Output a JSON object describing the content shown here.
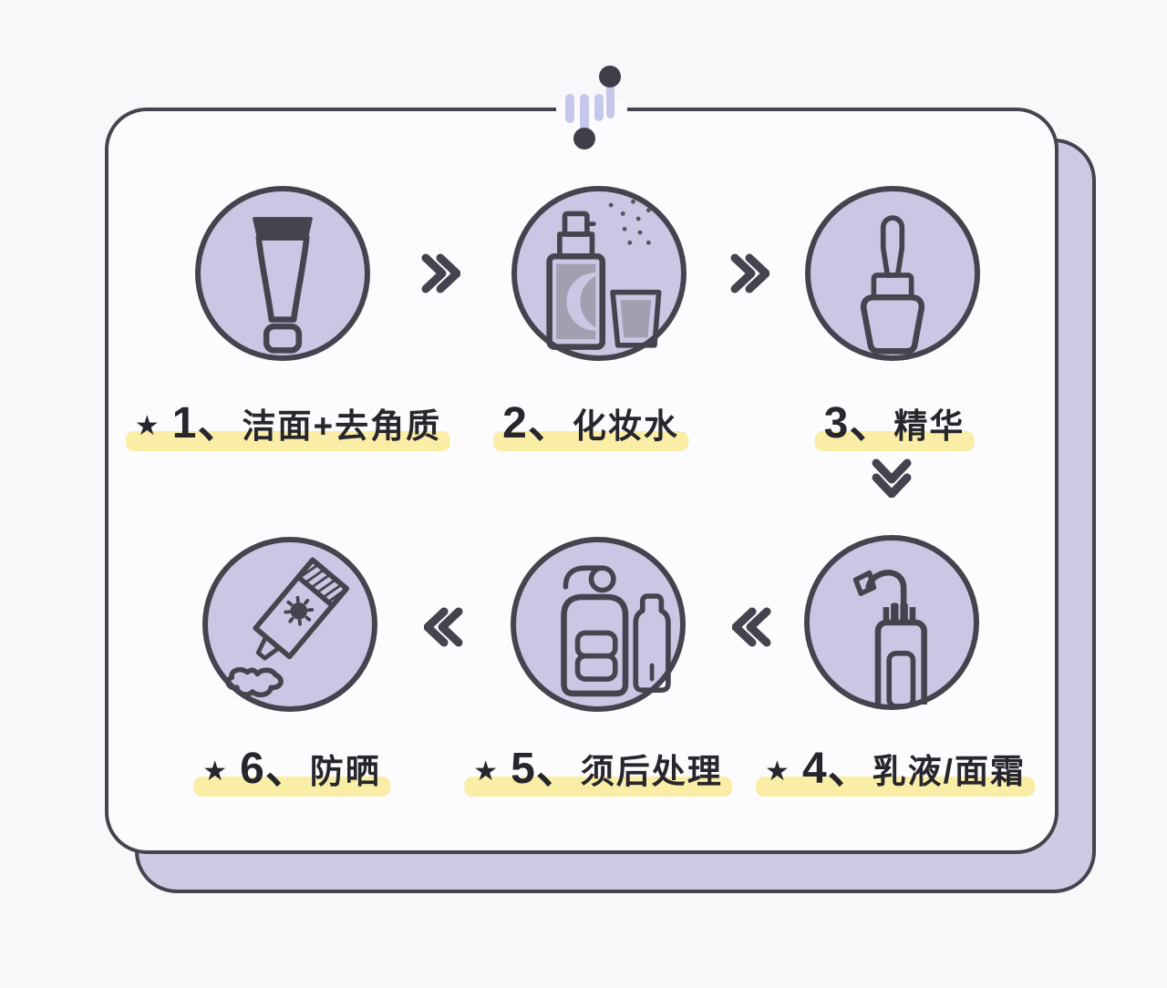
{
  "diagram": {
    "name": "skincare-routine-flow",
    "steps": [
      {
        "star": "★",
        "number": "1、",
        "label": "洁面+去角质",
        "icon": "cleanser-tube-icon"
      },
      {
        "number": "2、",
        "label": "化妆水",
        "icon": "toner-spray-bottle-icon"
      },
      {
        "number": "3、",
        "label": "精华",
        "icon": "serum-dropper-bottle-icon"
      },
      {
        "star": "★",
        "number": "4、",
        "label": "乳液/面霜",
        "icon": "lotion-pump-bottle-icon"
      },
      {
        "star": "★",
        "number": "5、",
        "label": "须后处理",
        "icon": "aftershave-bottles-icon"
      },
      {
        "star": "★",
        "number": "6、",
        "label": "防晒",
        "icon": "sunscreen-tube-icon"
      }
    ],
    "flow": [
      {
        "from": 1,
        "to": 2,
        "direction": "right",
        "glyph": "»"
      },
      {
        "from": 2,
        "to": 3,
        "direction": "right",
        "glyph": "»"
      },
      {
        "from": 3,
        "to": 4,
        "direction": "down",
        "glyph": "»"
      },
      {
        "from": 4,
        "to": 5,
        "direction": "left",
        "glyph": "«"
      },
      {
        "from": 5,
        "to": 6,
        "direction": "left",
        "glyph": "«"
      }
    ],
    "colors": {
      "page_background": "#f8f7f9",
      "card_background": "#fcfbfd",
      "card_border": "#45444e",
      "shadow_card": "#cdcae4",
      "circle_fill": "#c9c7e3",
      "ink_dark": "#45444e",
      "highlight_yellow": "#faeda6",
      "text": "#26262c",
      "decoration_bars": "#c5c8ea"
    }
  }
}
